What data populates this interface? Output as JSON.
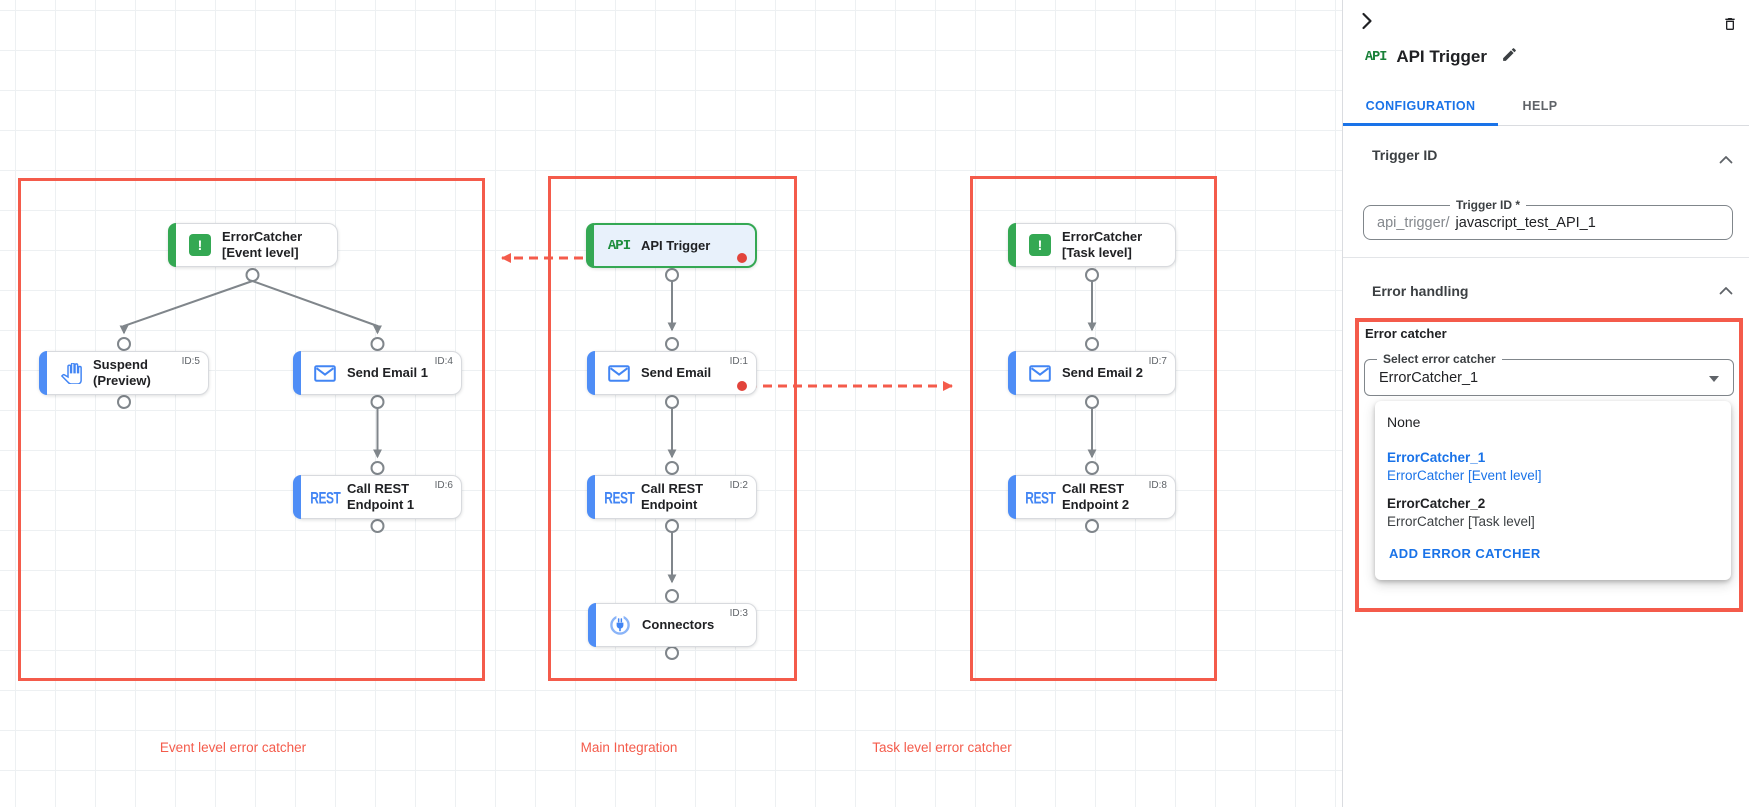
{
  "panel": {
    "badge": "API",
    "title": "API Trigger",
    "tabs": {
      "configuration": "CONFIGURATION",
      "help": "HELP"
    },
    "trigger_id": {
      "heading": "Trigger ID",
      "field_label": "Trigger ID *",
      "prefix": "api_trigger/",
      "value": "javascript_test_API_1"
    },
    "error_handling": {
      "heading": "Error handling",
      "group_label": "Error catcher",
      "select_label": "Select error catcher",
      "select_value": "ErrorCatcher_1",
      "menu": {
        "none": "None",
        "option1_name": "ErrorCatcher_1",
        "option1_detail": "ErrorCatcher [Event level]",
        "option2_name": "ErrorCatcher_2",
        "option2_detail": "ErrorCatcher [Task level]",
        "add_action": "ADD ERROR CATCHER"
      }
    }
  },
  "canvas": {
    "groups": {
      "event": {
        "label": "Event level error catcher"
      },
      "main": {
        "label": "Main Integration"
      },
      "task": {
        "label": "Task level error catcher"
      }
    },
    "icons": {
      "api_text": "API",
      "rest_text": "REST",
      "error_text": "!"
    },
    "nodes": {
      "error_catcher_event": {
        "label": "ErrorCatcher [Event level]"
      },
      "suspend": {
        "label": "Suspend (Preview)",
        "id_label": "ID:5"
      },
      "send_email_1": {
        "label": "Send Email 1",
        "id_label": "ID:4"
      },
      "call_rest_1": {
        "label": "Call REST Endpoint 1",
        "id_label": "ID:6"
      },
      "api_trigger": {
        "label": "API Trigger"
      },
      "send_email": {
        "label": "Send Email",
        "id_label": "ID:1"
      },
      "call_rest": {
        "label": "Call REST Endpoint",
        "id_label": "ID:2"
      },
      "connectors": {
        "label": "Connectors",
        "id_label": "ID:3"
      },
      "error_catcher_task": {
        "label": "ErrorCatcher [Task level]"
      },
      "send_email_2": {
        "label": "Send Email 2",
        "id_label": "ID:7"
      },
      "call_rest_2": {
        "label": "Call REST Endpoint 2",
        "id_label": "ID:8"
      }
    }
  },
  "colors": {
    "accent_blue": "#1a73e8",
    "node_blue": "#4285f4",
    "node_green": "#34a853",
    "annotation_red": "#f45b4b",
    "dot_red": "#e2443b",
    "connector_gray": "#80868b"
  }
}
